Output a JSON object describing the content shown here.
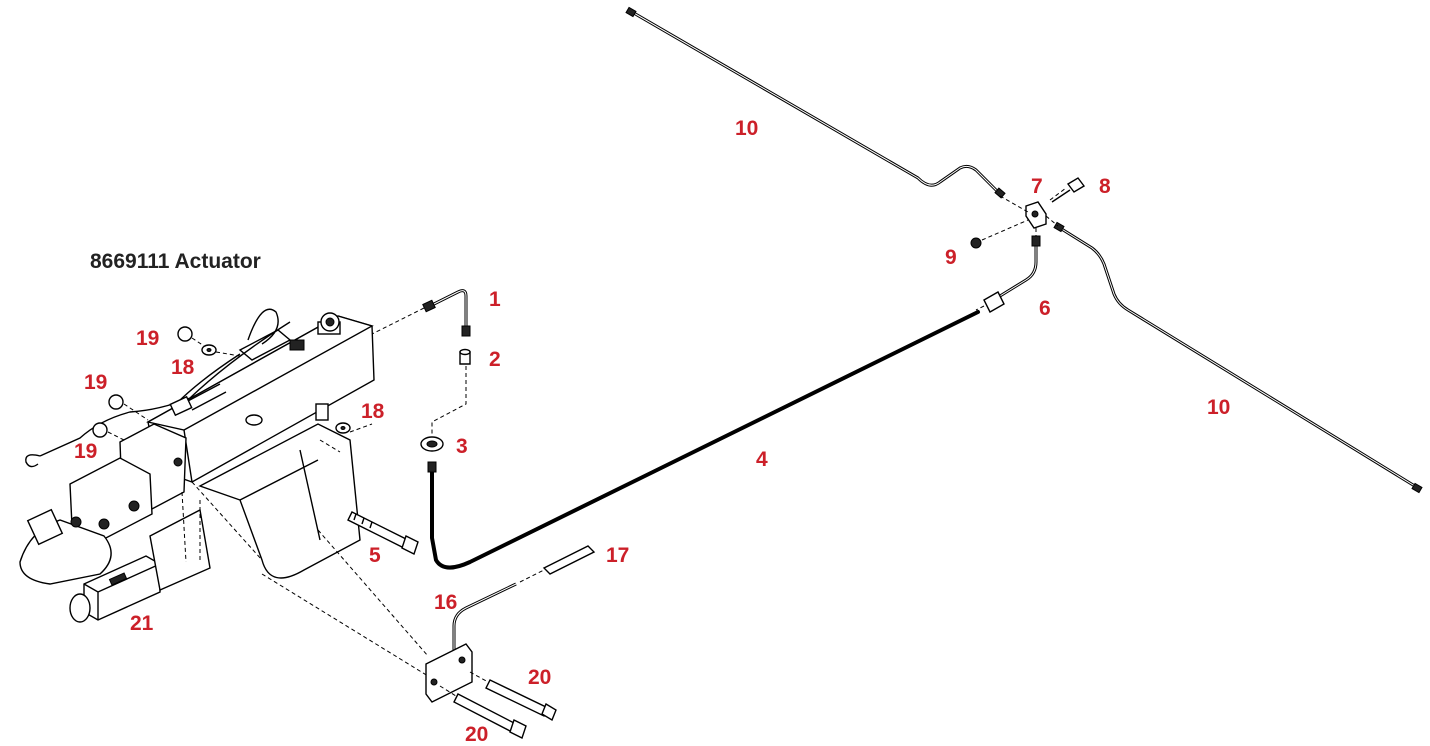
{
  "title": "8669111  Actuator",
  "colors": {
    "callout": "#cc2029",
    "title": "#222222",
    "line": "#000000"
  },
  "callouts": [
    "1",
    "2",
    "3",
    "4",
    "5",
    "6",
    "7",
    "8",
    "9",
    "10",
    "10",
    "16",
    "17",
    "18",
    "18",
    "19",
    "19",
    "19",
    "20",
    "20",
    "21"
  ]
}
